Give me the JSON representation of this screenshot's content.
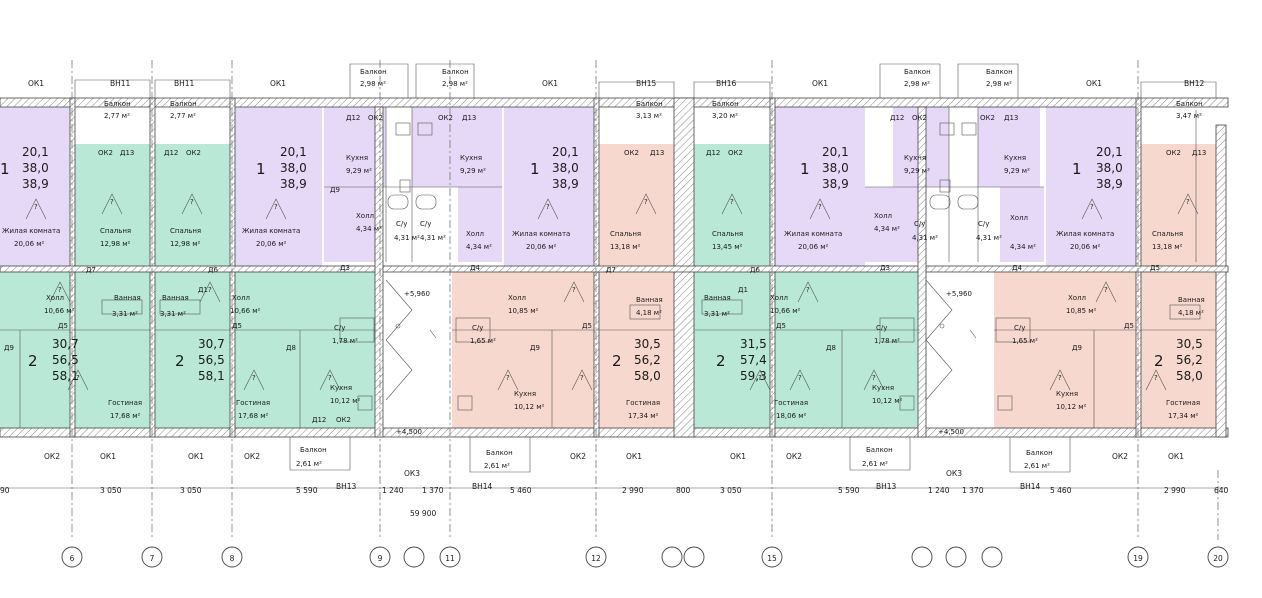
{
  "colors": {
    "one_room": "#e6d9f7",
    "two_room_green": "#b9e8d6",
    "two_room_pink": "#f7d8cf",
    "wall": "#2a2a2a"
  },
  "window_labels": [
    {
      "id": "ok1_a",
      "text": "ОК1"
    },
    {
      "id": "vn11_a",
      "text": "ВН11"
    },
    {
      "id": "vn11_b",
      "text": "ВН11"
    },
    {
      "id": "ok1_b",
      "text": "ОК1"
    },
    {
      "id": "ok1_c",
      "text": "ОК1"
    },
    {
      "id": "vn15",
      "text": "ВН15"
    },
    {
      "id": "vn16",
      "text": "ВН16"
    },
    {
      "id": "ok1_d",
      "text": "ОК1"
    },
    {
      "id": "ok1_e",
      "text": "ОК1"
    },
    {
      "id": "vn12",
      "text": "ВН12"
    }
  ],
  "balconies_top": [
    {
      "label": "Балкон",
      "area": "2,77 м²"
    },
    {
      "label": "Балкон",
      "area": "2,77 м²"
    },
    {
      "label": "Балкон",
      "area": "2,98 м²"
    },
    {
      "label": "Балкон",
      "area": "2,98 м²"
    },
    {
      "label": "Балкон",
      "area": "3,13 м²"
    },
    {
      "label": "Балкон",
      "area": "3,20 м²"
    },
    {
      "label": "Балкон",
      "area": "2,98 м²"
    },
    {
      "label": "Балкон",
      "area": "2,98 м²"
    },
    {
      "label": "Балкон",
      "area": "3,47 м²"
    }
  ],
  "rooms": [
    {
      "name": "Жилая комната",
      "area": "20,06 м²"
    },
    {
      "name": "Спальня",
      "area": "12,98 м²"
    },
    {
      "name": "Спальня",
      "area": "12,98 м²"
    },
    {
      "name": "Жилая комната",
      "area": "20,06 м²"
    },
    {
      "name": "Кухня",
      "area": "9,29 м²"
    },
    {
      "name": "Холл",
      "area": "4,34 м²"
    },
    {
      "name": "С/у",
      "area": "4,31 м²"
    },
    {
      "name": "С/у",
      "area": "4,31 м²"
    },
    {
      "name": "Кухня",
      "area": "9,29 м²"
    },
    {
      "name": "Холл",
      "area": "4,34 м²"
    },
    {
      "name": "Жилая комната",
      "area": "20,06 м²"
    },
    {
      "name": "Спальня",
      "area": "13,18 м²"
    },
    {
      "name": "Спальня",
      "area": "13,45 м²"
    },
    {
      "name": "Жилая комната",
      "area": "20,06 м²"
    },
    {
      "name": "Кухня",
      "area": "9,29 м²"
    },
    {
      "name": "Холл",
      "area": "4,34 м²"
    },
    {
      "name": "С/у",
      "area": "4,31 м²"
    },
    {
      "name": "С/у",
      "area": "4,31 м²"
    },
    {
      "name": "Кухня",
      "area": "9,29 м²"
    },
    {
      "name": "Холл",
      "area": "4,34 м²"
    },
    {
      "name": "Жилая комната",
      "area": "20,06 м²"
    },
    {
      "name": "Спальня",
      "area": "13,18 м²"
    },
    {
      "name": "Холл",
      "area": "10,66 м²"
    },
    {
      "name": "Ванная",
      "area": "3,31 м²"
    },
    {
      "name": "Ванная",
      "area": "3,31 м²"
    },
    {
      "name": "Холл",
      "area": "10,66 м²"
    },
    {
      "name": "С/у",
      "area": "1,78 м²"
    },
    {
      "name": "Кухня",
      "area": "10,12 м²"
    },
    {
      "name": "Холл",
      "area": "10,85 м²"
    },
    {
      "name": "Ванная",
      "area": "4,18 м²"
    },
    {
      "name": "С/у",
      "area": "1,65 м²"
    },
    {
      "name": "Кухня",
      "area": "10,12 м²"
    },
    {
      "name": "Ванная",
      "area": "3,31 м²"
    },
    {
      "name": "Холл",
      "area": "10,66 м²"
    },
    {
      "name": "С/у",
      "area": "1,78 м²"
    },
    {
      "name": "Кухня",
      "area": "10,12 м²"
    },
    {
      "name": "С/у",
      "area": "1,65 м²"
    },
    {
      "name": "Холл",
      "area": "10,85 м²"
    },
    {
      "name": "Ванная",
      "area": "4,18 м²"
    },
    {
      "name": "Кухня",
      "area": "10,12 м²"
    },
    {
      "name": "Гостиная",
      "area": "17,68 м²"
    },
    {
      "name": "Гостиная",
      "area": "17,68 м²"
    },
    {
      "name": "Гостиная",
      "area": "17,34 м²"
    },
    {
      "name": "Гостиная",
      "area": "18,06 м²"
    },
    {
      "name": "Гостиная",
      "area": "17,34 м²"
    }
  ],
  "apartments": [
    {
      "rooms": "1",
      "a": "20,1",
      "b": "38,0",
      "c": "38,9"
    },
    {
      "rooms": "1",
      "a": "20,1",
      "b": "38,0",
      "c": "38,9"
    },
    {
      "rooms": "1",
      "a": "20,1",
      "b": "38,0",
      "c": "38,9"
    },
    {
      "rooms": "1",
      "a": "20,1",
      "b": "38,0",
      "c": "38,9"
    },
    {
      "rooms": "1",
      "a": "20,1",
      "b": "38,0",
      "c": "38,9"
    },
    {
      "rooms": "2",
      "a": "30,7",
      "b": "56,5",
      "c": "58,1"
    },
    {
      "rooms": "2",
      "a": "30,7",
      "b": "56,5",
      "c": "58,1"
    },
    {
      "rooms": "2",
      "a": "30,5",
      "b": "56,2",
      "c": "58,0"
    },
    {
      "rooms": "2",
      "a": "31,5",
      "b": "57,4",
      "c": "59,3"
    },
    {
      "rooms": "2",
      "a": "30,5",
      "b": "56,2",
      "c": "58,0"
    }
  ],
  "door_labels": [
    "Д12",
    "ОК2",
    "ОК2",
    "Д13",
    "Д12",
    "ОК2",
    "Д12",
    "ОК2",
    "ОК2",
    "Д13",
    "ОК2",
    "Д13",
    "Д12",
    "ОК2",
    "Д12",
    "ОК2",
    "ОК2",
    "Д13",
    "ОК2",
    "Д13",
    "Д7",
    "Д6",
    "Д7",
    "Д6",
    "Д5",
    "Д5",
    "Д5",
    "Д5",
    "Д5",
    "Д5",
    "Д8",
    "Д8",
    "Д9",
    "Д9",
    "Д9",
    "Д9",
    "Д3",
    "Д3",
    "Д4",
    "Д4",
    "Д1",
    "Д1"
  ],
  "levels": [
    "+5,960",
    "+5,960",
    "+4,500",
    "+4,500"
  ],
  "bottom_windows": [
    {
      "text": "ОК2"
    },
    {
      "text": "ОК1"
    },
    {
      "text": "ОК1"
    },
    {
      "text": "ОК2"
    },
    {
      "text": "ОК2"
    },
    {
      "text": "ОК1"
    },
    {
      "text": "ОК1"
    },
    {
      "text": "ОК2"
    },
    {
      "text": "ОК2"
    },
    {
      "text": "ОК1"
    },
    {
      "text": "ОК3"
    },
    {
      "text": "ОК3"
    },
    {
      "text": "ВН13"
    },
    {
      "text": "ВН14"
    },
    {
      "text": "ВН13"
    },
    {
      "text": "ВН14"
    }
  ],
  "balconies_bottom": [
    {
      "label": "Балкон",
      "area": "2,61 м²"
    },
    {
      "label": "Балкон",
      "area": "2,61 м²"
    },
    {
      "label": "Балкон",
      "area": "2,61 м²"
    },
    {
      "label": "Балкон",
      "area": "2,61 м²"
    }
  ],
  "dimensions": [
    "90",
    "3 050",
    "3 050",
    "5 590",
    "1 240",
    "1 370",
    "5 460",
    "2 990",
    "800",
    "3 050",
    "5 590",
    "1 240",
    "1 370",
    "5 460",
    "2 990",
    "640",
    "59 900"
  ],
  "axes": [
    "6",
    "7",
    "8",
    "9",
    "11",
    "12",
    "15",
    "19",
    "20"
  ]
}
